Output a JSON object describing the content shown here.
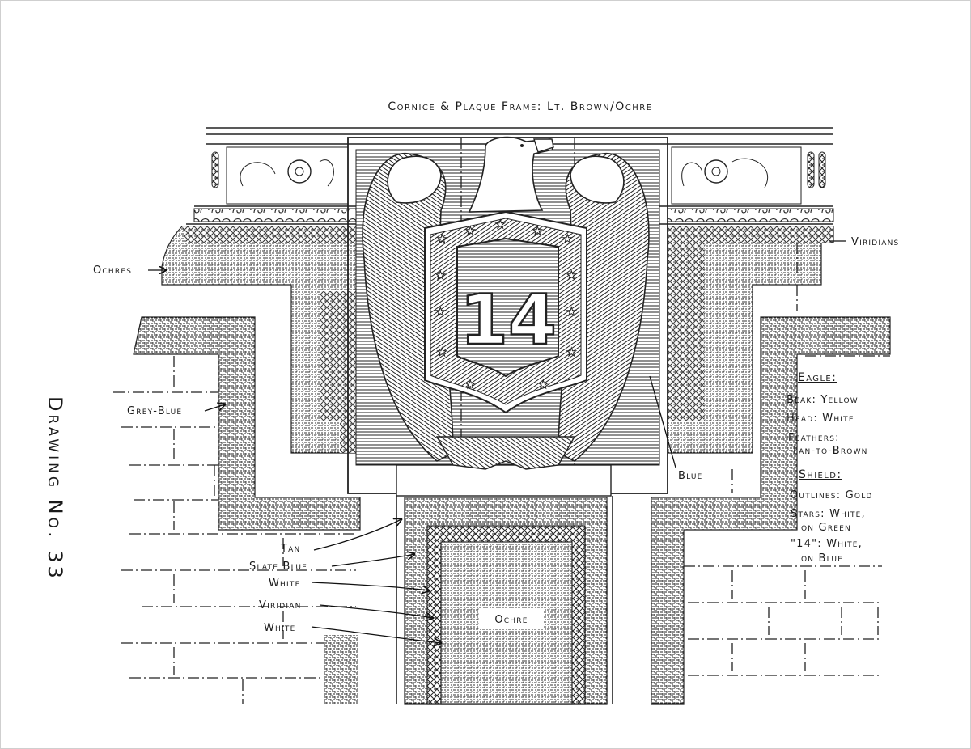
{
  "drawing": {
    "title_vertical": "Drawing No. 33",
    "top_caption": "Cornice & Plaque Frame:  Lt. Brown/Ochre",
    "plaque_number": "14",
    "labels": {
      "ochres": "Ochres",
      "viridians": "Viridians",
      "grey_blue": "Grey-Blue",
      "blue": "Blue",
      "tan": "Tan",
      "slate_blue": "Slate Blue",
      "white_1": "White",
      "viridian": "Viridian",
      "white_2": "White",
      "ochre_panel": "Ochre"
    },
    "legend": {
      "eagle": {
        "heading": "Eagle:",
        "items": [
          "Beak: Yellow",
          "Head: White",
          "Feathers:",
          "Tan-to-Brown"
        ]
      },
      "shield": {
        "heading": "Shield:",
        "items": [
          "Outlines: Gold",
          "Stars: White,",
          "on Green",
          "\"14\": White,",
          "on Blue"
        ]
      }
    }
  }
}
